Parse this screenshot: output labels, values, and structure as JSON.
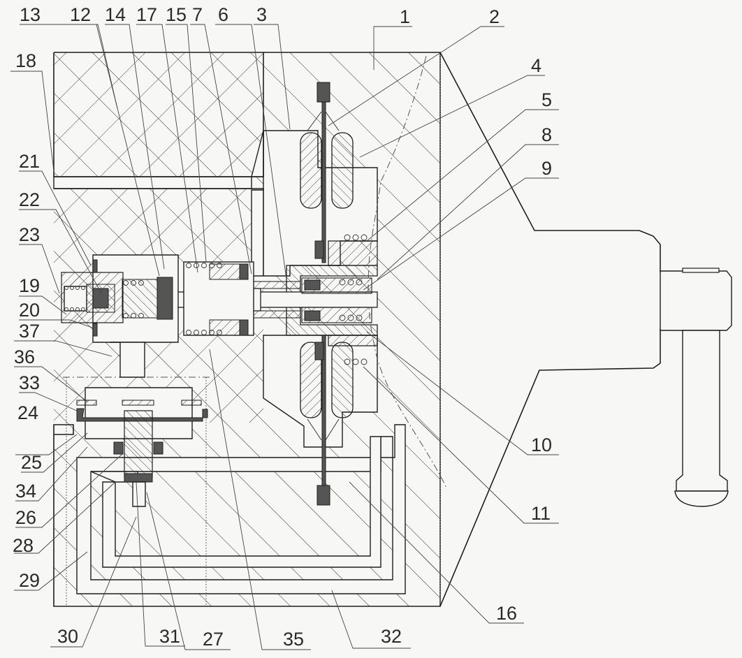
{
  "figure": {
    "type": "patent cross-section drawing",
    "labels": [
      {
        "id": "13",
        "text": "13"
      },
      {
        "id": "12",
        "text": "12"
      },
      {
        "id": "14",
        "text": "14"
      },
      {
        "id": "17",
        "text": "17"
      },
      {
        "id": "15",
        "text": "15"
      },
      {
        "id": "7",
        "text": "7"
      },
      {
        "id": "6",
        "text": "6"
      },
      {
        "id": "3",
        "text": "3"
      },
      {
        "id": "1",
        "text": "1"
      },
      {
        "id": "2",
        "text": "2"
      },
      {
        "id": "4",
        "text": "4"
      },
      {
        "id": "5",
        "text": "5"
      },
      {
        "id": "8",
        "text": "8"
      },
      {
        "id": "9",
        "text": "9"
      },
      {
        "id": "18",
        "text": "18"
      },
      {
        "id": "21",
        "text": "21"
      },
      {
        "id": "22",
        "text": "22"
      },
      {
        "id": "23",
        "text": "23"
      },
      {
        "id": "19",
        "text": "19"
      },
      {
        "id": "20",
        "text": "20"
      },
      {
        "id": "37",
        "text": "37"
      },
      {
        "id": "36",
        "text": "36"
      },
      {
        "id": "33",
        "text": "33"
      },
      {
        "id": "24",
        "text": "24"
      },
      {
        "id": "25",
        "text": "25"
      },
      {
        "id": "34",
        "text": "34"
      },
      {
        "id": "26",
        "text": "26"
      },
      {
        "id": "28",
        "text": "28"
      },
      {
        "id": "29",
        "text": "29"
      },
      {
        "id": "30",
        "text": "30"
      },
      {
        "id": "31",
        "text": "31"
      },
      {
        "id": "27",
        "text": "27"
      },
      {
        "id": "35",
        "text": "35"
      },
      {
        "id": "32",
        "text": "32"
      },
      {
        "id": "16",
        "text": "16"
      },
      {
        "id": "10",
        "text": "10"
      },
      {
        "id": "11",
        "text": "11"
      }
    ]
  }
}
